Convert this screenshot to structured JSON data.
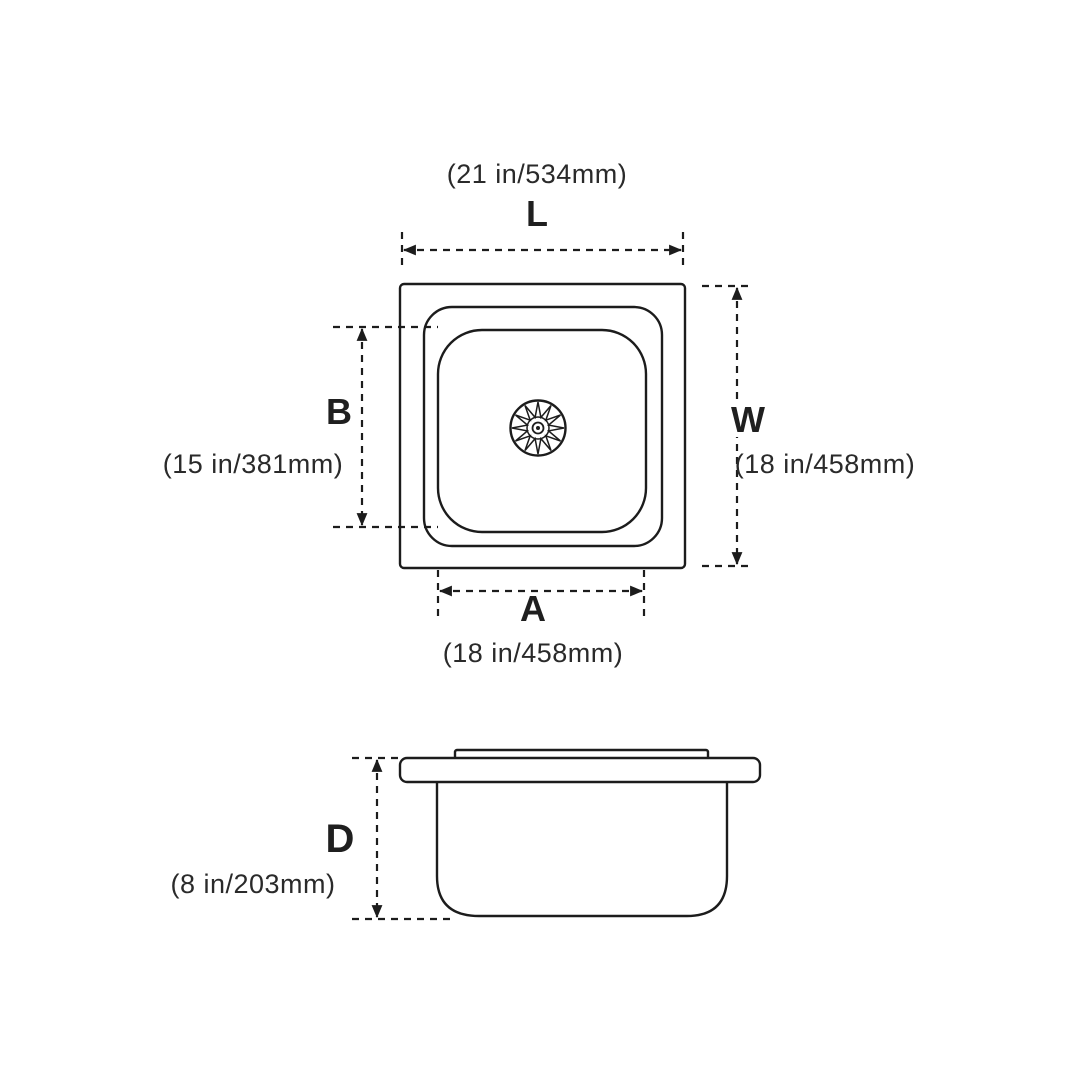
{
  "diagram": {
    "dims": {
      "L": {
        "letter": "L",
        "value": "(21 in/534mm)"
      },
      "W": {
        "letter": "W",
        "value": "(18 in/458mm)"
      },
      "B": {
        "letter": "B",
        "value": "(15 in/381mm)"
      },
      "A": {
        "letter": "A",
        "value": "(18 in/458mm)"
      },
      "D": {
        "letter": "D",
        "value": "(8 in/203mm)"
      }
    },
    "colors": {
      "line": "#1c1c1c",
      "text": "#1f1f1f",
      "background": "#ffffff"
    }
  }
}
